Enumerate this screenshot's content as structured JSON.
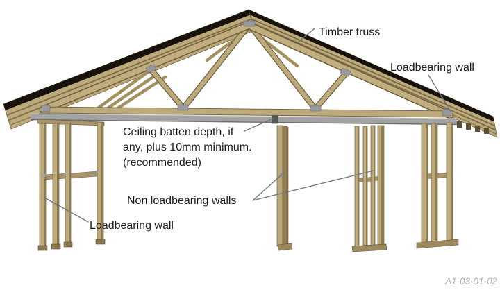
{
  "diagram": {
    "labels": {
      "timber_truss": "Timber truss",
      "loadbearing_wall_upper": "Loadbearing wall",
      "ceiling_batten_note": "Ceiling batten depth, if\nany, plus 10mm minimum.\n(recommended)",
      "non_loadbearing_walls": "Non loadbearing walls",
      "loadbearing_wall_lower": "Loadbearing wall"
    },
    "reference_code": "A1-03-01-02",
    "colors": {
      "background": "#ffffff",
      "wood_light": "#bcaa7c",
      "wood_mid": "#a8946a",
      "wood_dark": "#8f7c50",
      "wood_outline": "#6e5e3a",
      "roof_edge_black": "#17120b",
      "ceiling_gray": "#a3a3a3",
      "joint_plate_gray": "#98999d",
      "leader_line": "#6e757c",
      "label_text": "#1b1b1b",
      "reference_text": "#b0b0b5"
    }
  }
}
